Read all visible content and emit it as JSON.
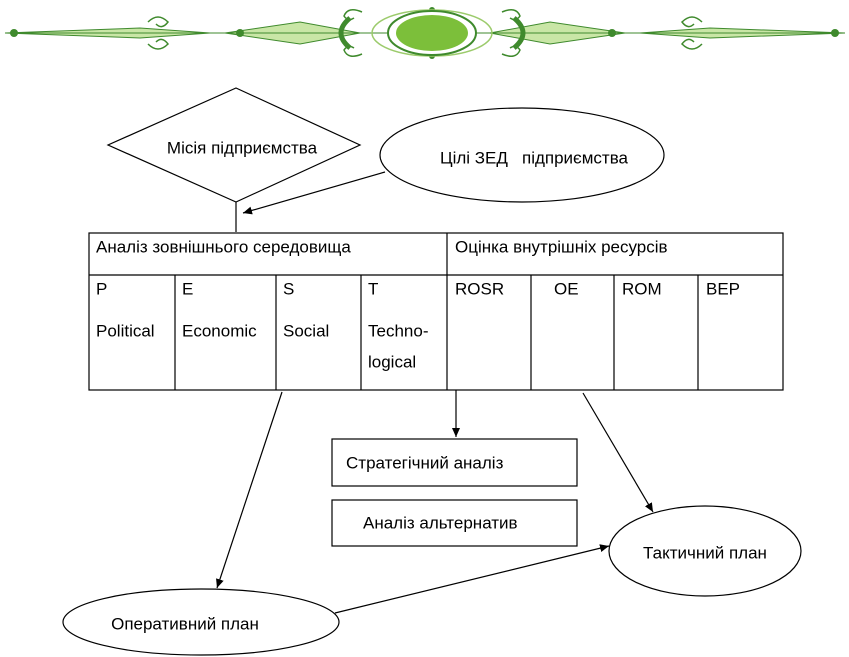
{
  "colors": {
    "ornament": "#8dc63f",
    "ornament_dark": "#3f8a2d",
    "line": "#000000"
  },
  "shapes": {
    "mission": "Місія  підприємства",
    "goals_part1": "Цілі ЗЕД",
    "goals_part2": "підприємства"
  },
  "table": {
    "header_left": "Аналіз зовнішнього середовища",
    "header_right": "Оцінка внутрішніх ресурсів",
    "cols": [
      {
        "letter": "P",
        "word": "Political"
      },
      {
        "letter": "E",
        "word": "Economic"
      },
      {
        "letter": "S",
        "word": "Social"
      },
      {
        "letter": "T",
        "word_line1": "Techno-",
        "word_line2": "logical"
      },
      {
        "letter": "ROSR"
      },
      {
        "letter": "OE"
      },
      {
        "letter": "ROM"
      },
      {
        "letter": "BEP"
      }
    ]
  },
  "boxes": {
    "strategic": "Стратегічний  аналіз",
    "alternatives": "Аналіз  альтернатив"
  },
  "ellipses": {
    "tactical": "Тактичний  план",
    "operational": "Оперативний  план"
  }
}
